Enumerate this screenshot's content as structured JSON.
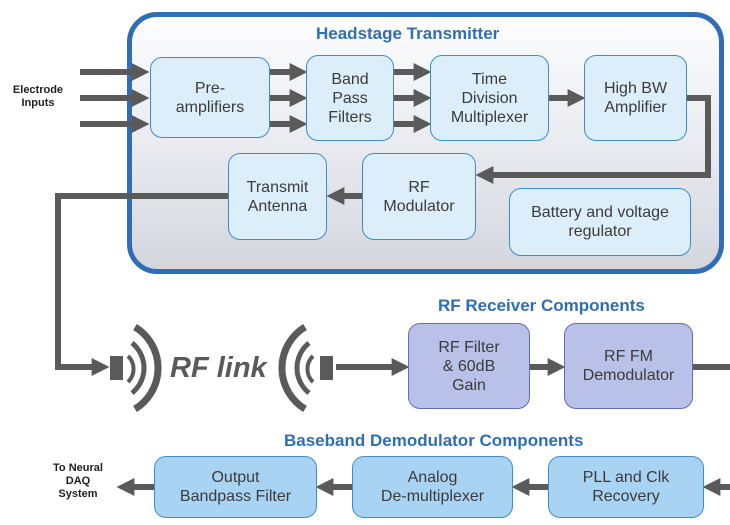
{
  "headstage": {
    "title": "Headstage Transmitter",
    "blocks": {
      "preamp": "Pre-\namplifiers",
      "bandpass": "Band\nPass\nFilters",
      "tdm": "Time\nDivision\nMultiplexer",
      "highbw": "High BW\nAmplifier",
      "rfmod": "RF\nModulator",
      "antenna": "Transmit\nAntenna",
      "battery": "Battery and voltage\nregulator"
    }
  },
  "inputs_label": "Electrode\nInputs",
  "rf_link_label": "RF link",
  "receiver": {
    "title": "RF Receiver Components",
    "blocks": {
      "rffilter": "RF Filter\n& 60dB\nGain",
      "fmdemod": "RF FM\nDemodulator"
    }
  },
  "baseband": {
    "title": "Baseband Demodulator Components",
    "blocks": {
      "output": "Output\nBandpass Filter",
      "demux": "Analog\nDe-multiplexer",
      "pll": "PLL and Clk\nRecovery"
    }
  },
  "output_label": "To Neural\nDAQ\nSystem",
  "colors": {
    "accent_blue": "#2f6db4",
    "title_blue": "#2e6fb3",
    "block_fill": "#dceefa",
    "receiver_fill": "#b9c1e8",
    "baseband_fill": "#a9d3f2",
    "arrow_gray": "#5a5a5a"
  }
}
